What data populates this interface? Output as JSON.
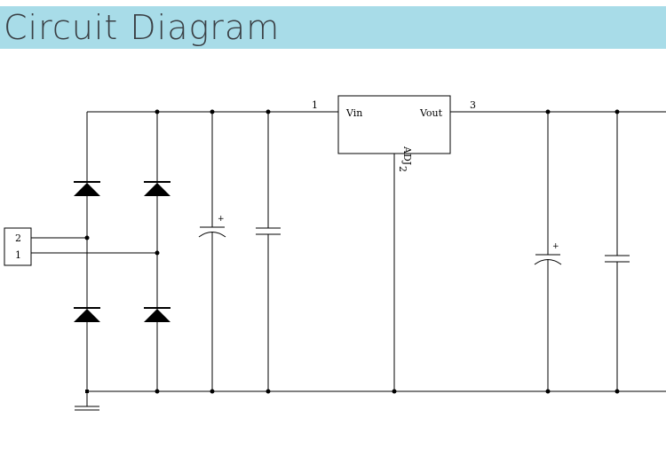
{
  "header": {
    "title": "Circuit Diagram"
  },
  "connector": {
    "pins": [
      "2",
      "1"
    ]
  },
  "regulator": {
    "input_label": "Vin",
    "output_label": "Vout",
    "adjust_label": "ADJ",
    "input_pin": "1",
    "output_pin": "3",
    "adjust_pin": "2"
  },
  "capacitors": {
    "polarity_mark": "+"
  },
  "colors": {
    "header_background": "#a8dce8",
    "header_text": "#3a3f44",
    "wire": "#000000"
  }
}
